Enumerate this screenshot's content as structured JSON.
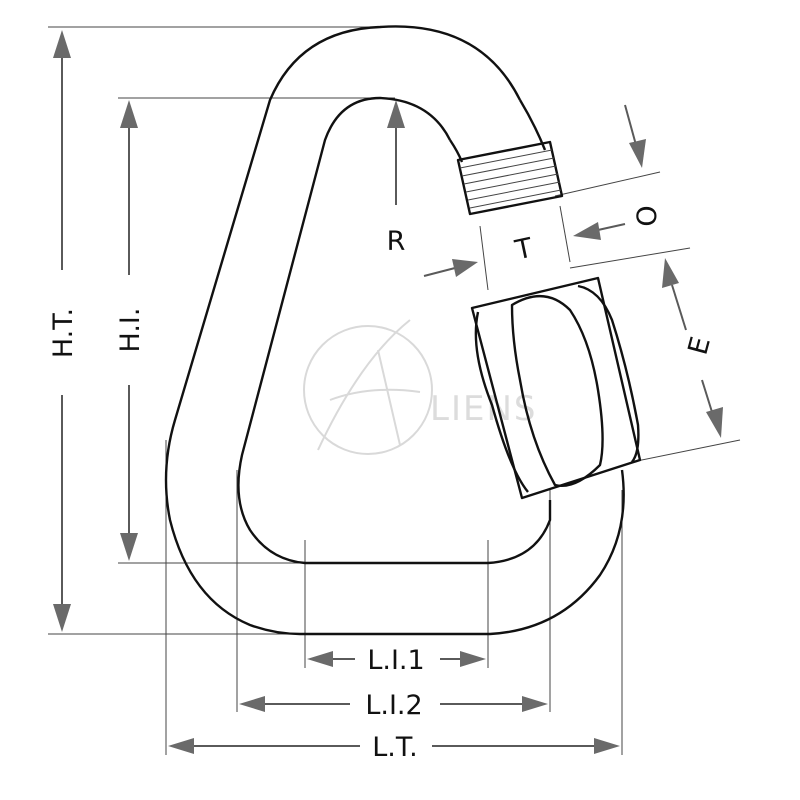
{
  "dimensions": {
    "ht": "H.T.",
    "hi": "H.I.",
    "r": "R",
    "t": "T",
    "o": "O",
    "e": "E",
    "li1": "L.I.1",
    "li2": "L.I.2",
    "lt": "L.T."
  },
  "watermark": {
    "text": "LIENS"
  },
  "colors": {
    "line": "#111111",
    "dimension": "#5a5a5a",
    "watermark": "#d9d9d9"
  }
}
